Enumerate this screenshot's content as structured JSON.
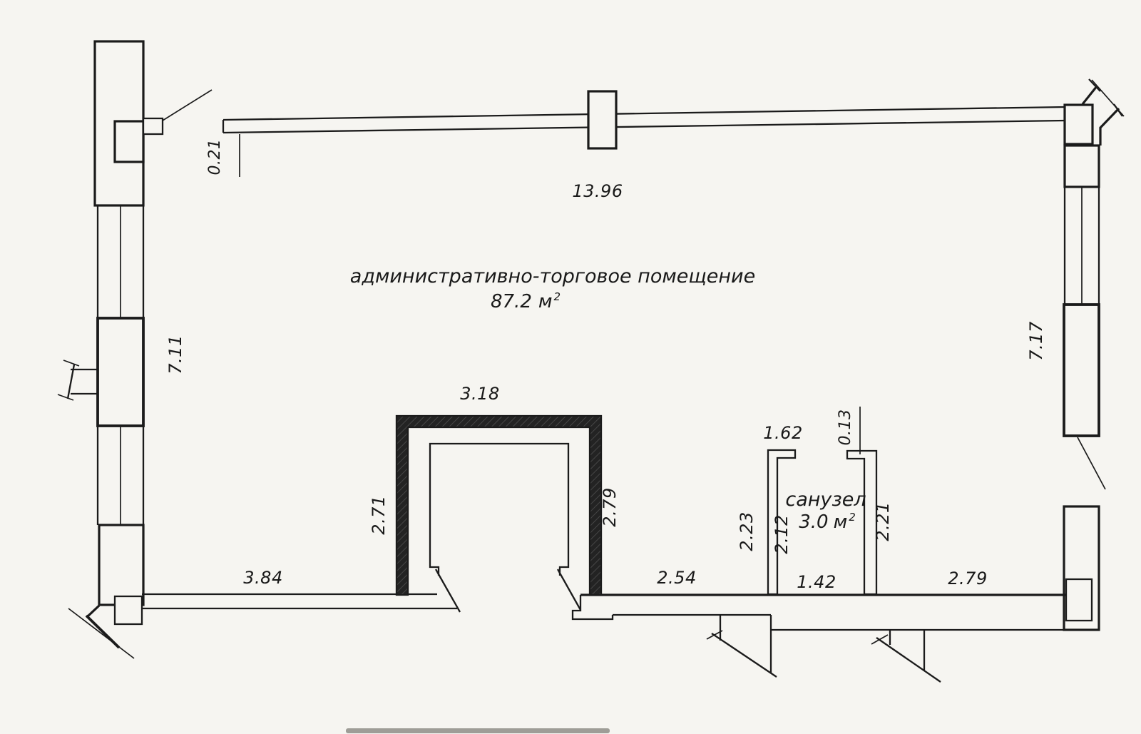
{
  "colors": {
    "paper": "#f6f5f1",
    "ink": "#1b1b1b"
  },
  "rooms": {
    "main": {
      "label": "административно-торговое помещение",
      "area": "87.2",
      "unit": "м",
      "sup": "2"
    },
    "bathroom": {
      "label": "санузел",
      "area": "3.0",
      "unit": "м",
      "sup": "2"
    }
  },
  "dims": {
    "wall_top_thickness": "0.21",
    "top_width": "13.96",
    "left_height": "7.11",
    "right_height": "7.17",
    "vest_width": "3.18",
    "vest_left": "2.71",
    "vest_right": "2.79",
    "bottom_left": "3.84",
    "bottom_mid": "2.54",
    "bath_bottom": "1.42",
    "bottom_right": "2.79",
    "bath_top": "1.62",
    "bath_wall": "0.13",
    "bath_left_outer": "2.23",
    "bath_left_inner": "2.12",
    "bath_right": "2.21"
  }
}
